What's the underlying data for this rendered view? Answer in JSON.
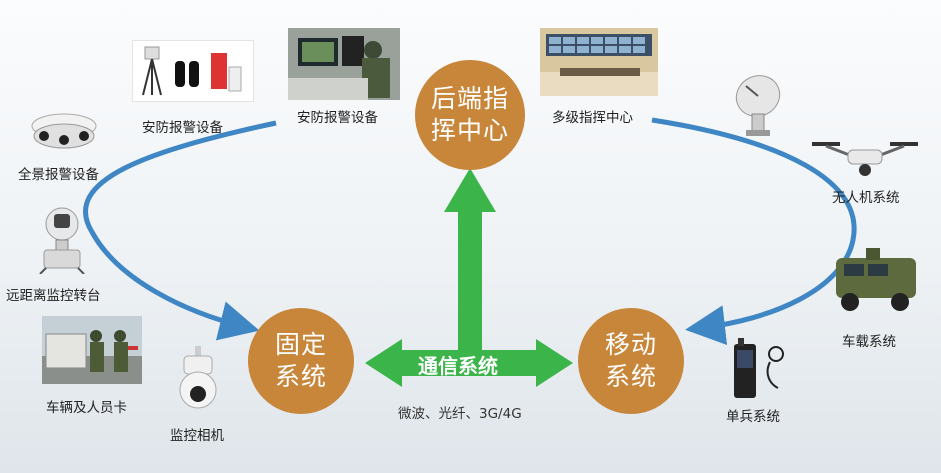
{
  "nodes": {
    "backend": "后端指挥中心",
    "fixed": "固定系统",
    "mobile": "移动系统"
  },
  "communication": {
    "label": "通信系统",
    "sublabel": "微波、光纤、3G/4G"
  },
  "devices": {
    "security_alarm_1": "安防报警设备",
    "security_alarm_2": "安防报警设备",
    "multi_command": "多级指挥中心",
    "panoramic_alarm": "全景报警设备",
    "uav": "无人机系统",
    "remote_turret": "远距离监控转台",
    "vehicle_system": "车载系统",
    "checkpoint": "车辆及人员卡",
    "surveillance_camera": "监控相机",
    "soldier_system": "单兵系统"
  },
  "colors": {
    "node": "#c8863a",
    "arrow_green": "#3bb44a",
    "loop_blue": "#3f86c4"
  }
}
